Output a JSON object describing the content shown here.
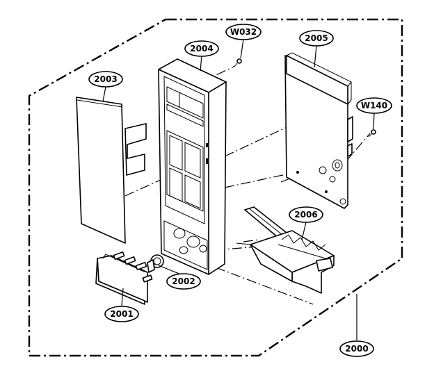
{
  "labels": {
    "p2000": "2000",
    "p2001": "2001",
    "p2002": "2002",
    "p2003": "2003",
    "p2004": "2004",
    "p2005": "2005",
    "p2006": "2006",
    "w032": "W032",
    "w140": "W140"
  }
}
